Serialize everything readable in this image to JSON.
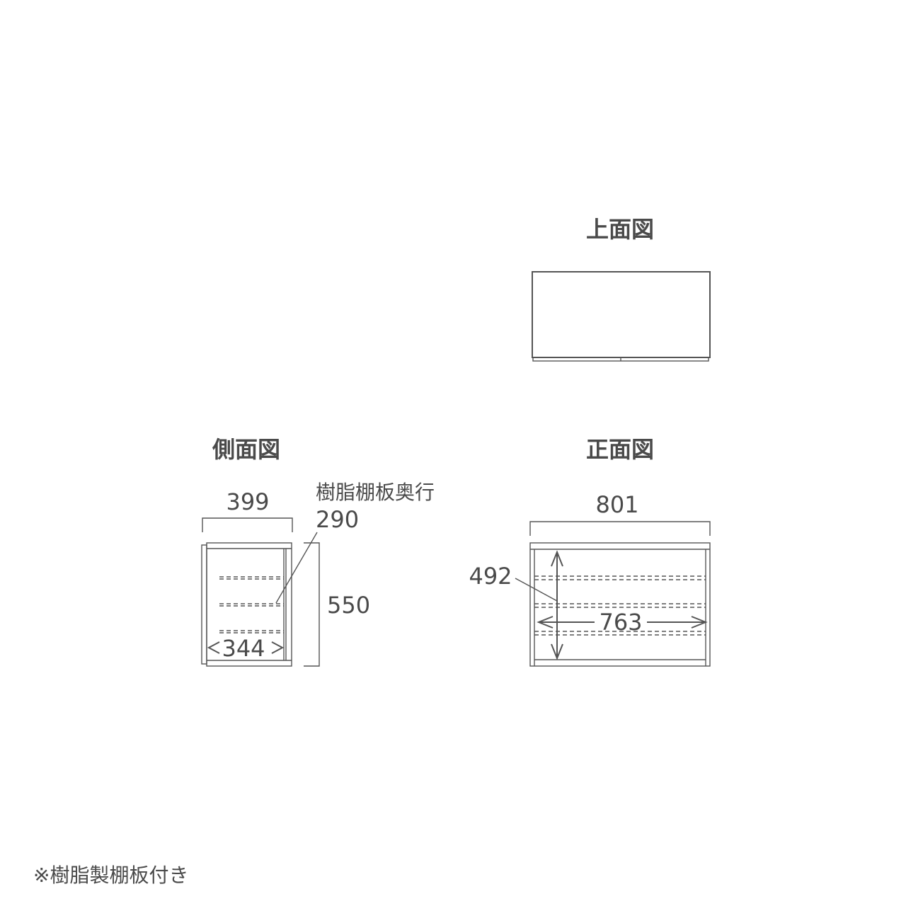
{
  "views": {
    "top": {
      "title": "上面図"
    },
    "side": {
      "title": "側面図",
      "width_dim": "399",
      "height_dim": "550",
      "inner_dim": "344",
      "shelf_label": "樹脂棚板奥行",
      "shelf_depth": "290"
    },
    "front": {
      "title": "正面図",
      "width_dim": "801",
      "inner_height_dim": "492",
      "inner_width_dim": "763"
    }
  },
  "note": "※樹脂製棚板付き",
  "colors": {
    "line": "#555555",
    "text": "#4a4a4a"
  }
}
